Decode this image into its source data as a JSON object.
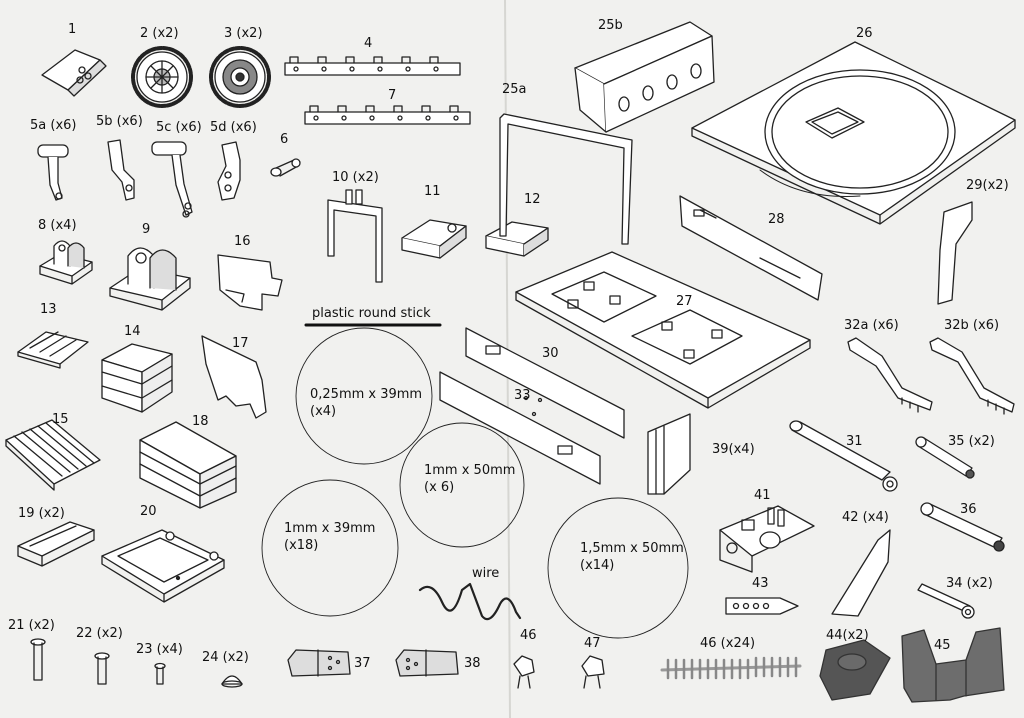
{
  "sheet": {
    "stick_heading": "plastic round stick",
    "wire_label": "wire",
    "circles": [
      {
        "line1": "0,25mm x 39mm",
        "line2": "(x4)"
      },
      {
        "line1": "1mm x 50mm",
        "line2": "(x 6)"
      },
      {
        "line1": "1mm x 39mm",
        "line2": "(x18)"
      },
      {
        "line1": "1,5mm x 50mm",
        "line2": "(x14)"
      }
    ],
    "labels": {
      "p1": "1",
      "p2": "2 (x2)",
      "p3": "3 (x2)",
      "p4": "4",
      "p7": "7",
      "p25b": "25b",
      "p26": "26",
      "p25a": "25a",
      "p5a": "5a (x6)",
      "p5b": "5b (x6)",
      "p5c": "5c (x6)",
      "p5d": "5d (x6)",
      "p6": "6",
      "p10": "10 (x2)",
      "p11": "11",
      "p12": "12",
      "p8": "8 (x4)",
      "p9": "9",
      "p16": "16",
      "p28": "28",
      "p29": "29(x2)",
      "p27": "27",
      "p13": "13",
      "p14": "14",
      "p17": "17",
      "p32a": "32a (x6)",
      "p32b": "32b (x6)",
      "p30": "30",
      "p33": "33",
      "p15": "15",
      "p18": "18",
      "p31": "31",
      "p35": "35 (x2)",
      "p39": "39(x4)",
      "p19": "19 (x2)",
      "p20": "20",
      "p41": "41",
      "p42": "42 (x4)",
      "p36": "36",
      "p43": "43",
      "p34": "34 (x2)",
      "p21": "21 (x2)",
      "p22": "22 (x2)",
      "p23": "23 (x4)",
      "p24": "24 (x2)",
      "p37": "37",
      "p38": "38",
      "p46a": "46",
      "p47": "47",
      "p46b": "46 (x24)",
      "p44": "44(x2)",
      "p45": "45"
    }
  }
}
